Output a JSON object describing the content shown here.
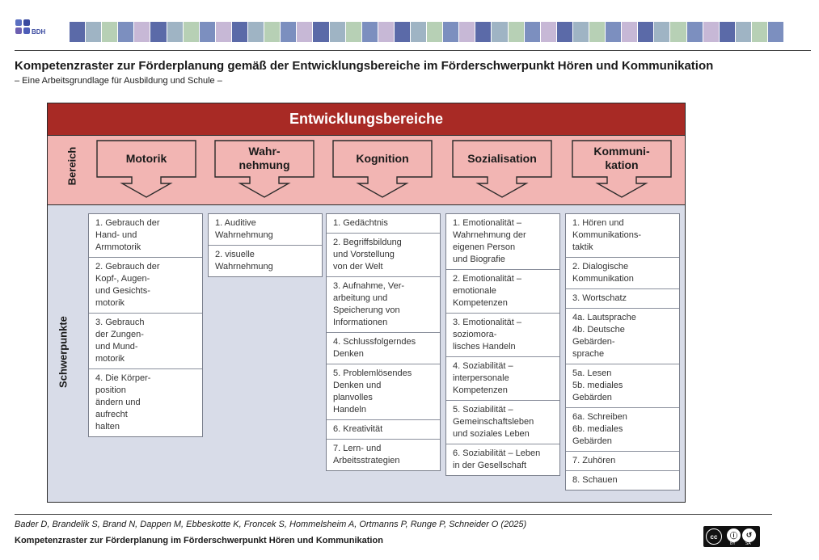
{
  "header": {
    "logo_text": "BDH",
    "title": "Kompetenzraster zur Förderplanung gemäß der Entwicklungsbereiche im Förderschwerpunkt Hören und Kommunikation",
    "subtitle": "– Eine Arbeitsgrundlage für Ausbildung und Schule –"
  },
  "diagram": {
    "heading": "Entwicklungsbereiche",
    "row_label_bereich": "Bereich",
    "row_label_schwerpunkte": "Schwerpunkte",
    "bereiche": [
      {
        "label": "Motorik",
        "items": [
          "1. Gebrauch der\n    Hand- und\n    Armmotorik",
          "2. Gebrauch der\n    Kopf-, Augen-\n    und Gesichts-\n    motorik",
          "3.  Gebrauch\n     der Zungen-\n     und Mund-\n     motorik",
          "4. Die Körper-\n    position\n    ändern und\n    aufrecht\n    halten"
        ]
      },
      {
        "label": "Wahr-\nnehmung",
        "items": [
          "1. Auditive\n    Wahrnehmung",
          "2. visuelle\n    Wahrnehmung"
        ]
      },
      {
        "label": "Kognition",
        "items": [
          "1. Gedächtnis",
          "2. Begriffsbildung\n    und Vorstellung\n    von der Welt",
          "3. Aufnahme, Ver-\n    arbeitung und\n    Speicherung von\n    Informationen",
          "4. Schlussfolgerndes\n    Denken",
          "5. Problemlösendes\n    Denken und\n    planvolles\n    Handeln",
          "6. Kreativität",
          "7. Lern- und\n    Arbeitsstrategien"
        ]
      },
      {
        "label": "Sozialisation",
        "items": [
          "1. Emotionalität –\n    Wahrnehmung der\n    eigenen Person\n    und Biografie",
          "2. Emotionalität –\n    emotionale\n    Kompetenzen",
          "3. Emotionalität –\n    soziomora-\n    lisches Handeln",
          "4. Soziabilität –\n    interpersonale\n    Kompetenzen",
          "5. Soziabilität –\n    Gemeinschaftsleben\n    und soziales Leben",
          "6. Soziabilität – Leben\n    in der Gesellschaft"
        ]
      },
      {
        "label": "Kommuni-\nkation",
        "items": [
          "1. Hören und\n    Kommunikations-\n    taktik",
          "2. Dialogische\n    Kommunikation",
          "3. Wortschatz",
          "4a. Lautsprache\n4b. Deutsche\n      Gebärden-\n      sprache",
          "5a. Lesen\n5b. mediales\n      Gebärden",
          "6a. Schreiben\n6b. mediales\n      Gebärden",
          "7. Zuhören",
          "8. Schauen"
        ]
      }
    ]
  },
  "footer": {
    "authors": "Bader D, Brandelik S, Brand N, Dappen M, Ebbeskotte K, Froncek S, Hommelsheim A, Ortmanns P, Runge P, Schneider O (2025)",
    "title": "Kompetenzraster zur Förderplanung im Förderschwerpunkt Hören und Kommunikation",
    "license_label_left": "BY",
    "license_label_right": "SA"
  },
  "colors": {
    "header_red": "#a82a25",
    "bereich_pink": "#f2b5b3",
    "schwerpunkte_blue": "#d8dce8",
    "banner_tiles": [
      "#5b6aa8",
      "#9fb4c4",
      "#b7d0b5",
      "#7c8fbf",
      "#c7b8d6"
    ]
  },
  "icons": [
    "bdh-logo-icon",
    "banner-pattern",
    "cc-by-sa-badge-icon"
  ]
}
